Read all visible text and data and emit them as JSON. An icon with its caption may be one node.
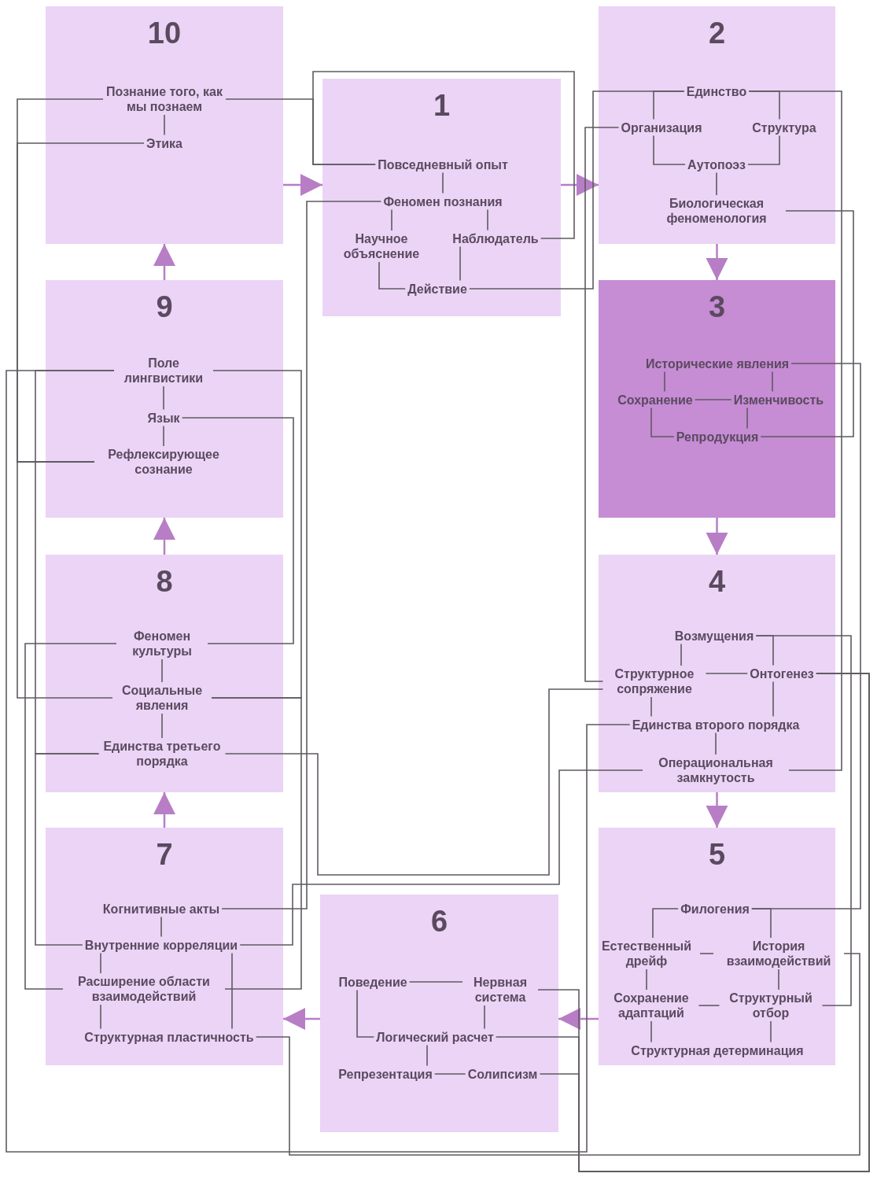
{
  "diagram": {
    "nodes": [
      {
        "text": [
          "1"
        ]
      },
      {
        "text": [
          "Повседневный опыт"
        ],
        "in": 0
      },
      {
        "text": [
          "Феномен познания"
        ],
        "in": 0
      },
      {
        "text": [
          "Научное объяснение"
        ],
        "in": 0
      },
      {
        "text": [
          "Наблюдатель"
        ],
        "in": 0
      },
      {
        "text": [
          "Действие"
        ],
        "in": 0
      },
      {
        "text": [
          "2"
        ]
      },
      {
        "text": [
          "Единство"
        ],
        "in": 6
      },
      {
        "text": [
          "Организация"
        ],
        "in": 6
      },
      {
        "text": [
          "Структура"
        ],
        "in": 6
      },
      {
        "text": [
          "Аутопоэз"
        ],
        "in": 6
      },
      {
        "text": [
          "Биологическая феноменология"
        ],
        "in": 6
      },
      {
        "text": [
          "3"
        ]
      },
      {
        "text": [
          "Исторические явления"
        ],
        "in": 12
      },
      {
        "text": [
          "Сохранение"
        ],
        "in": 12
      },
      {
        "text": [
          "Изменчивость"
        ],
        "in": 12
      },
      {
        "text": [
          "Репродукция"
        ],
        "in": 12
      },
      {
        "text": [
          "4"
        ]
      },
      {
        "text": [
          "Возмущения"
        ],
        "in": 17
      },
      {
        "text": [
          "Структурное сопряжение"
        ],
        "in": 17
      },
      {
        "text": [
          "Онтогенез"
        ],
        "in": 17
      },
      {
        "text": [
          "Единства второго порядка"
        ],
        "in": 17
      },
      {
        "text": [
          "Операциональная замкнутость"
        ],
        "in": 17
      },
      {
        "text": [
          "5"
        ]
      },
      {
        "text": [
          "Филогения"
        ],
        "in": 23
      },
      {
        "text": [
          "Естественный дрейф"
        ],
        "in": 23
      },
      {
        "text": [
          "История взаимодействий"
        ],
        "in": 23
      },
      {
        "text": [
          "Сохранение адаптаций"
        ],
        "in": 23
      },
      {
        "text": [
          "Структурный отбор"
        ],
        "in": 23
      },
      {
        "text": [
          "Структурная детерминация"
        ],
        "in": 23
      },
      {
        "text": [
          "6"
        ]
      },
      {
        "text": [
          "Поведение"
        ],
        "in": 30
      },
      {
        "text": [
          "Нервная система"
        ],
        "in": 30
      },
      {
        "text": [
          "Логический расчет"
        ],
        "in": 30
      },
      {
        "text": [
          "Репрезентация"
        ],
        "in": 30
      },
      {
        "text": [
          "Солипсизм"
        ],
        "in": 30
      },
      {
        "text": [
          "7"
        ]
      },
      {
        "text": [
          "Когнитивные акты"
        ],
        "in": 36
      },
      {
        "text": [
          "Внутренние корреляции"
        ],
        "in": 36
      },
      {
        "text": [
          "Расширение области взаимодействий"
        ],
        "in": 36
      },
      {
        "text": [
          "Структурная пластичность"
        ],
        "in": 36
      },
      {
        "text": [
          "8"
        ]
      },
      {
        "text": [
          "Феномен культуры"
        ],
        "in": 41
      },
      {
        "text": [
          "Социальные явления"
        ],
        "in": 41
      },
      {
        "text": [
          "Единства третьего порядка"
        ],
        "in": 41
      },
      {
        "text": [
          "9"
        ]
      },
      {
        "text": [
          "Поле лингвистики"
        ],
        "in": 45
      },
      {
        "text": [
          "Язык"
        ],
        "in": 45
      },
      {
        "text": [
          "Рефлексирующее сознание"
        ],
        "in": 45
      },
      {
        "text": [
          "10"
        ]
      },
      {
        "text": [
          "Познание того, как мы познаем"
        ],
        "in": 49
      },
      {
        "text": [
          "Этика"
        ],
        "in": 49
      }
    ],
    "edges": [
      {
        "from": 1,
        "to": 2,
        "arrow": "none"
      },
      {
        "from": 2,
        "to": 3,
        "arrow": "none"
      },
      {
        "from": 2,
        "to": 4,
        "arrow": "none"
      },
      {
        "from": 3,
        "to": 5,
        "arrow": "none"
      },
      {
        "from": 4,
        "to": 5,
        "arrow": "none"
      },
      {
        "from": 7,
        "to": 8,
        "arrow": "none"
      },
      {
        "from": 7,
        "to": 9,
        "arrow": "none"
      },
      {
        "from": 8,
        "to": 10,
        "arrow": "none"
      },
      {
        "from": 9,
        "to": 10,
        "arrow": "none"
      },
      {
        "from": 10,
        "to": 11,
        "arrow": "none"
      },
      {
        "from": 13,
        "to": 14,
        "arrow": "none"
      },
      {
        "from": 13,
        "to": 15,
        "arrow": "none"
      },
      {
        "from": 14,
        "to": 15,
        "arrow": "none"
      },
      {
        "from": 14,
        "to": 16,
        "arrow": "none"
      },
      {
        "from": 15,
        "to": 16,
        "arrow": "none"
      },
      {
        "from": 18,
        "to": 19,
        "arrow": "none"
      },
      {
        "from": 18,
        "to": 20,
        "arrow": "none"
      },
      {
        "from": 19,
        "to": 20,
        "arrow": "none"
      },
      {
        "from": 19,
        "to": 21,
        "arrow": "none"
      },
      {
        "from": 20,
        "to": 21,
        "arrow": "none"
      },
      {
        "from": 21,
        "to": 22,
        "arrow": "none"
      },
      {
        "from": 24,
        "to": 25,
        "arrow": "none"
      },
      {
        "from": 24,
        "to": 26,
        "arrow": "none"
      },
      {
        "from": 25,
        "to": 26,
        "arrow": "none"
      },
      {
        "from": 25,
        "to": 27,
        "arrow": "none"
      },
      {
        "from": 26,
        "to": 28,
        "arrow": "none"
      },
      {
        "from": 27,
        "to": 28,
        "arrow": "none"
      },
      {
        "from": 27,
        "to": 29,
        "arrow": "none"
      },
      {
        "from": 28,
        "to": 29,
        "arrow": "none"
      },
      {
        "from": 31,
        "to": 32,
        "arrow": "none"
      },
      {
        "from": 31,
        "to": 33,
        "arrow": "none"
      },
      {
        "from": 32,
        "to": 33,
        "arrow": "none"
      },
      {
        "from": 33,
        "to": 34,
        "arrow": "none"
      },
      {
        "from": 34,
        "to": 35,
        "arrow": "none"
      },
      {
        "from": 37,
        "to": 38,
        "arrow": "none"
      },
      {
        "from": 38,
        "to": 39,
        "arrow": "none"
      },
      {
        "from": 38,
        "to": 40,
        "arrow": "none"
      },
      {
        "from": 39,
        "to": 40,
        "arrow": "none"
      },
      {
        "from": 42,
        "to": 43,
        "arrow": "none"
      },
      {
        "from": 43,
        "to": 44,
        "arrow": "none"
      },
      {
        "from": 46,
        "to": 47,
        "arrow": "none"
      },
      {
        "from": 47,
        "to": 48,
        "arrow": "none"
      },
      {
        "from": 50,
        "to": 51,
        "arrow": "none"
      },
      {
        "from": 49,
        "to": 0,
        "arrow": "to",
        "color": "#b77ec6"
      },
      {
        "from": 0,
        "to": 6,
        "arrow": "to",
        "color": "#b77ec6"
      },
      {
        "from": 6,
        "to": 12,
        "arrow": "to",
        "color": "#b77ec6"
      },
      {
        "from": 12,
        "to": 17,
        "arrow": "to",
        "color": "#b77ec6"
      },
      {
        "from": 17,
        "to": 23,
        "arrow": "to",
        "color": "#b77ec6"
      },
      {
        "from": 23,
        "to": 30,
        "arrow": "to",
        "color": "#b77ec6"
      },
      {
        "from": 30,
        "to": 36,
        "arrow": "to",
        "color": "#b77ec6"
      },
      {
        "from": 36,
        "to": 41,
        "arrow": "to",
        "color": "#b77ec6"
      },
      {
        "from": 41,
        "to": 45,
        "arrow": "to",
        "color": "#b77ec6"
      },
      {
        "from": 45,
        "to": 49,
        "arrow": "to",
        "color": "#b77ec6"
      },
      {
        "from": 50,
        "to": 1,
        "arrow": "none"
      },
      {
        "from": 1,
        "to": 4,
        "arrow": "none"
      },
      {
        "from": 5,
        "to": 7,
        "arrow": "none"
      },
      {
        "from": 8,
        "to": 19,
        "arrow": "none"
      },
      {
        "from": 7,
        "to": 22,
        "arrow": "none"
      },
      {
        "from": 11,
        "to": 16,
        "arrow": "none"
      },
      {
        "from": 13,
        "to": 24,
        "arrow": "none"
      },
      {
        "from": 18,
        "to": 28,
        "arrow": "none"
      },
      {
        "from": 20,
        "to": 32,
        "arrow": "none"
      },
      {
        "from": 20,
        "to": 33,
        "arrow": "none"
      },
      {
        "from": 20,
        "to": 35,
        "arrow": "none"
      },
      {
        "from": 26,
        "to": 40,
        "arrow": "none"
      },
      {
        "from": 2,
        "to": 37,
        "arrow": "none"
      },
      {
        "from": 44,
        "to": 19,
        "arrow": "none"
      },
      {
        "from": 22,
        "to": 38,
        "arrow": "none"
      },
      {
        "from": 43,
        "to": 39,
        "arrow": "none"
      },
      {
        "from": 46,
        "to": 43,
        "arrow": "none"
      },
      {
        "from": 47,
        "to": 42,
        "arrow": "none"
      },
      {
        "from": 50,
        "to": 48,
        "arrow": "none"
      },
      {
        "from": 51,
        "to": 48,
        "arrow": "none"
      },
      {
        "from": 48,
        "to": 43,
        "arrow": "none"
      },
      {
        "from": 44,
        "to": 46,
        "arrow": "none"
      },
      {
        "from": 46,
        "to": 21,
        "arrow": "none"
      },
      {
        "from": 42,
        "to": 39,
        "arrow": "none"
      },
      {
        "from": 44,
        "to": 38,
        "arrow": "none"
      }
    ]
  }
}
